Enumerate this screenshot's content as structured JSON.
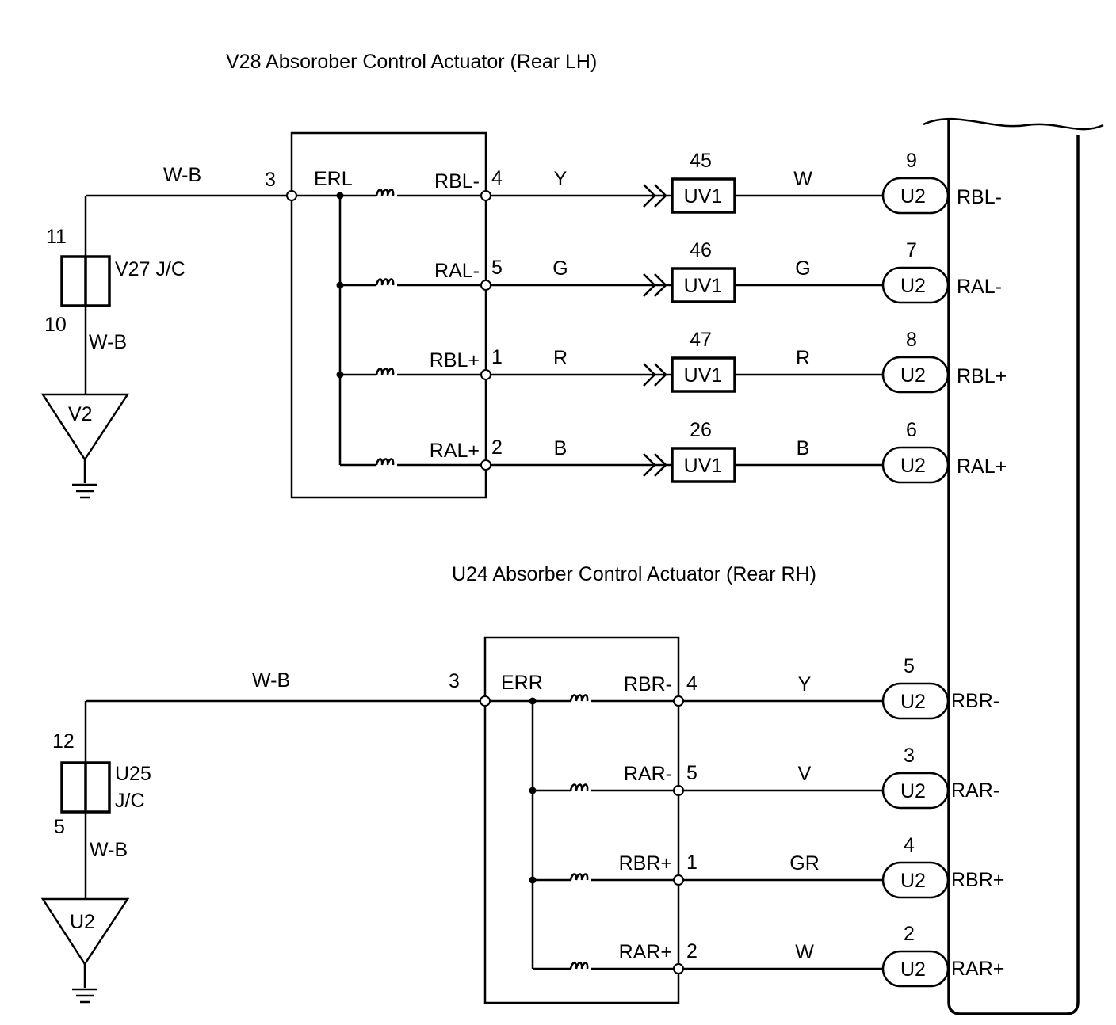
{
  "ecu": {
    "name": ""
  },
  "top": {
    "title": "V28 Absorober Control Actuator (Rear LH)",
    "ground_wire": "W-B",
    "ground_pin": "3",
    "common_label": "ERL",
    "jc": {
      "name": "V27 J/C",
      "pin_top": "11",
      "pin_bottom": "10"
    },
    "jc_wire": "W-B",
    "ground": "V2",
    "rows": [
      {
        "term": "RBL-",
        "pin": "4",
        "wire1": "Y",
        "conn": "UV1",
        "conn_pin": "45",
        "wire2": "W",
        "ecu_conn": "U2",
        "ecu_pin": "9",
        "ecu_term": "RBL-"
      },
      {
        "term": "RAL-",
        "pin": "5",
        "wire1": "G",
        "conn": "UV1",
        "conn_pin": "46",
        "wire2": "G",
        "ecu_conn": "U2",
        "ecu_pin": "7",
        "ecu_term": "RAL-"
      },
      {
        "term": "RBL+",
        "pin": "1",
        "wire1": "R",
        "conn": "UV1",
        "conn_pin": "47",
        "wire2": "R",
        "ecu_conn": "U2",
        "ecu_pin": "8",
        "ecu_term": "RBL+"
      },
      {
        "term": "RAL+",
        "pin": "2",
        "wire1": "B",
        "conn": "UV1",
        "conn_pin": "26",
        "wire2": "B",
        "ecu_conn": "U2",
        "ecu_pin": "6",
        "ecu_term": "RAL+"
      }
    ]
  },
  "bottom": {
    "title": "U24 Absorber Control Actuator (Rear RH)",
    "ground_wire": "W-B",
    "ground_pin": "3",
    "common_label": "ERR",
    "jc": {
      "name_line1": "U25",
      "name_line2": "J/C",
      "pin_top": "12",
      "pin_bottom": "5"
    },
    "jc_wire": "W-B",
    "ground": "U2",
    "rows": [
      {
        "term": "RBR-",
        "pin": "4",
        "wire": "Y",
        "ecu_conn": "U2",
        "ecu_pin": "5",
        "ecu_term": "RBR-"
      },
      {
        "term": "RAR-",
        "pin": "5",
        "wire": "V",
        "ecu_conn": "U2",
        "ecu_pin": "3",
        "ecu_term": "RAR-"
      },
      {
        "term": "RBR+",
        "pin": "1",
        "wire": "GR",
        "ecu_conn": "U2",
        "ecu_pin": "4",
        "ecu_term": "RBR+"
      },
      {
        "term": "RAR+",
        "pin": "2",
        "wire": "W",
        "ecu_conn": "U2",
        "ecu_pin": "2",
        "ecu_term": "RAR+"
      }
    ]
  }
}
